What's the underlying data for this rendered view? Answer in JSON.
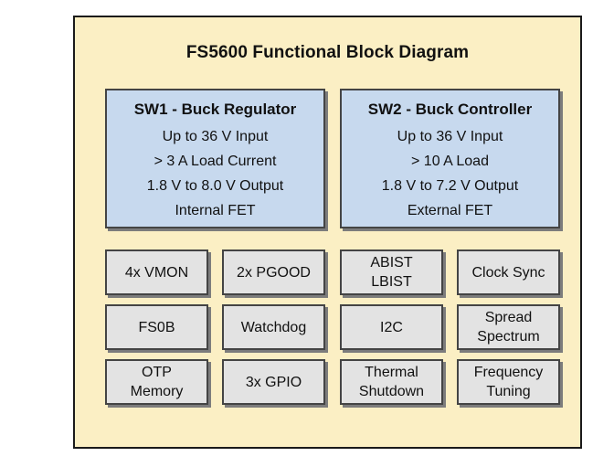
{
  "diagram": {
    "title": "FS5600 Functional Block Diagram",
    "sw1": {
      "heading": "SW1 - Buck Regulator",
      "lines": [
        "Up to 36 V Input",
        "> 3 A Load Current",
        "1.8 V to 8.0 V Output",
        "Internal FET"
      ]
    },
    "sw2": {
      "heading": "SW2 - Buck Controller",
      "lines": [
        "Up to 36 V Input",
        "> 10 A Load",
        "1.8 V to 7.2 V Output",
        "External FET"
      ]
    },
    "blocks": [
      {
        "lines": [
          "4x VMON"
        ]
      },
      {
        "lines": [
          "2x PGOOD"
        ]
      },
      {
        "lines": [
          "ABIST",
          "LBIST"
        ]
      },
      {
        "lines": [
          "Clock Sync"
        ]
      },
      {
        "lines": [
          "FS0B"
        ]
      },
      {
        "lines": [
          "Watchdog"
        ]
      },
      {
        "lines": [
          "I2C"
        ]
      },
      {
        "lines": [
          "Spread",
          "Spectrum"
        ]
      },
      {
        "lines": [
          "OTP",
          "Memory"
        ]
      },
      {
        "lines": [
          "3x GPIO"
        ]
      },
      {
        "lines": [
          "Thermal",
          "Shutdown"
        ]
      },
      {
        "lines": [
          "Frequency",
          "Tuning"
        ]
      }
    ],
    "colors": {
      "background": "#fbefc4",
      "regulator_box": "#c7d9ee",
      "feature_box": "#e3e3e3",
      "border": "#444444"
    }
  }
}
